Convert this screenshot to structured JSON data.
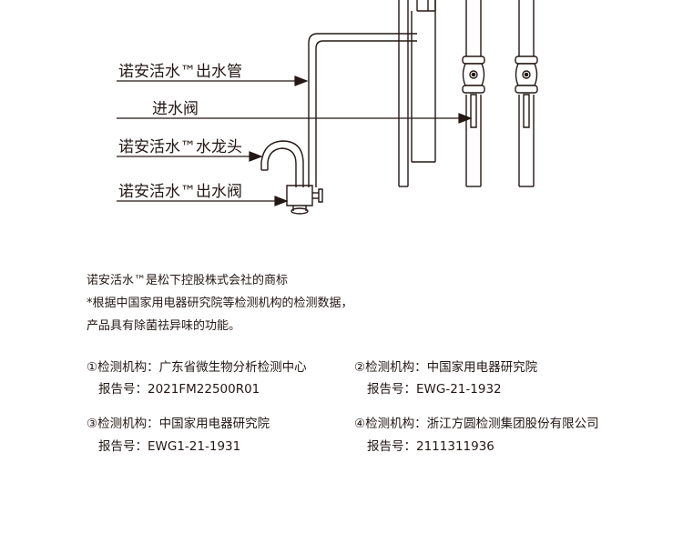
{
  "diagram": {
    "labels": {
      "outlet_pipe": "诺安活水™出水管",
      "inlet_valve": "进水阀",
      "faucet": "诺安活水™水龙头",
      "outlet_valve": "诺安活水™出水阀"
    }
  },
  "notes": [
    "诺安活水™是松下控股株式会社的商标",
    "*根据中国家用电器研究院等检测机构的检测数据，",
    "产品具有除菌祛异味的功能。"
  ],
  "certs": [
    {
      "org": "①检测机构：广东省微生物分析检测中心",
      "report": "报告号：2021FM22500R01"
    },
    {
      "org": "②检测机构：中国家用电器研究院",
      "report": "报告号：EWG-21-1932"
    },
    {
      "org": "③检测机构：中国家用电器研究院",
      "report": "报告号：EWG1-21-1931"
    },
    {
      "org": "④检测机构：浙江方圆检测集团股份有限公司",
      "report": "报告号：2111311936"
    }
  ]
}
